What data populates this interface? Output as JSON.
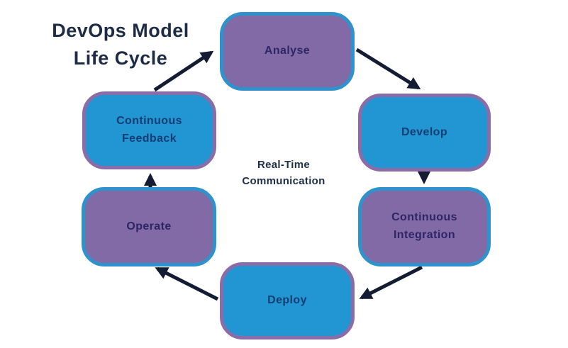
{
  "title": {
    "line1": "DevOps Model",
    "line2": "Life Cycle"
  },
  "center_label": {
    "line1": "Real-Time",
    "line2": "Communication"
  },
  "nodes": [
    {
      "id": "analyse",
      "label": "Analyse",
      "style": "purple-fill-blue-border"
    },
    {
      "id": "develop",
      "label": "Develop",
      "style": "blue-fill-purple-border"
    },
    {
      "id": "continuous-integration",
      "label": "Continuous Integration",
      "style": "purple-fill-blue-border"
    },
    {
      "id": "deploy",
      "label": "Deploy",
      "style": "blue-fill-purple-border"
    },
    {
      "id": "operate",
      "label": "Operate",
      "style": "purple-fill-blue-border"
    },
    {
      "id": "continuous-feedback",
      "label": "Continuous Feedback",
      "style": "blue-fill-purple-border"
    }
  ],
  "edges": [
    {
      "from": "continuous-feedback",
      "to": "analyse"
    },
    {
      "from": "analyse",
      "to": "develop"
    },
    {
      "from": "develop",
      "to": "continuous-integration"
    },
    {
      "from": "continuous-integration",
      "to": "deploy"
    },
    {
      "from": "deploy",
      "to": "operate"
    },
    {
      "from": "operate",
      "to": "continuous-feedback"
    }
  ],
  "colors": {
    "background": "#ffffff",
    "purple_fill": "#816aa6",
    "blue_fill": "#2196d3",
    "blue_border": "#2e93cc",
    "purple_border": "#8a6ca8",
    "title_text": "#1d2b45",
    "center_text": "#20304a",
    "purple_node_text": "#2e2566",
    "blue_node_text": "#133e74",
    "arrow": "#141c33"
  }
}
